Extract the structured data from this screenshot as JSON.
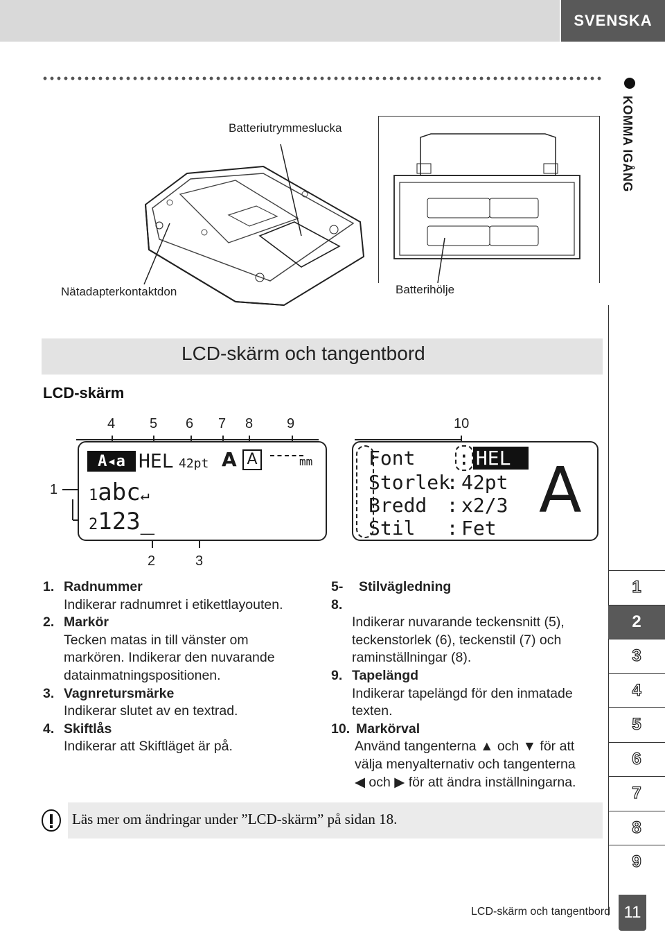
{
  "header": {
    "language_tab": "SVENSKA"
  },
  "side": {
    "section_title": "KOMMA IGÅNG",
    "chapters": [
      "1",
      "2",
      "3",
      "4",
      "5",
      "6",
      "7",
      "8",
      "9"
    ],
    "active_chapter": "2"
  },
  "figure_device": {
    "label_battery_cover": "Batteriutrymmeslucka",
    "label_adapter": "Nätadapterkontaktdon",
    "label_battery_holder": "Batterihölje"
  },
  "section": {
    "title": "LCD-skärm och tangentbord",
    "subheading": "LCD-skärm"
  },
  "lcd_figure": {
    "callouts_top": [
      "4",
      "5",
      "6",
      "7",
      "8",
      "9",
      "10"
    ],
    "callout_left": "1",
    "callouts_bottom": [
      "2",
      "3"
    ],
    "screen1": {
      "status_font": "HEL",
      "status_size": "42pt",
      "status_unit": "mm",
      "line1_num": "1",
      "line1_text": "abc",
      "line2_num": "2",
      "line2_text": "123"
    },
    "screen2": {
      "rows": [
        {
          "key": "Font",
          "value": "HEL"
        },
        {
          "key": "Storlek",
          "value": "42pt"
        },
        {
          "key": "Bredd",
          "value": "x2/3"
        },
        {
          "key": "Stil",
          "value": "Fet"
        }
      ],
      "preview": "A"
    }
  },
  "items_left": [
    {
      "num": "1.",
      "title": "Radnummer",
      "body": [
        "Indikerar radnumret i etikettlayouten."
      ]
    },
    {
      "num": "2.",
      "title": "Markör",
      "body": [
        "Tecken matas in till vänster om",
        "markören. Indikerar den nuvarande",
        "datainmatningspositionen."
      ]
    },
    {
      "num": "3.",
      "title": "Vagnretursmärke",
      "body": [
        "Indikerar slutet av en textrad."
      ]
    },
    {
      "num": "4.",
      "title": "Skiftlås",
      "body": [
        "Indikerar att Skiftläget är på."
      ]
    }
  ],
  "items_right": [
    {
      "num": "5-8.",
      "title": "Stilvägledning",
      "body": [
        "Indikerar nuvarande teckensnitt (5),",
        "teckenstorlek (6), teckenstil (7) och",
        "raminställningar (8)."
      ]
    },
    {
      "num": "9.",
      "title": "Tapelängd",
      "body": [
        "Indikerar tapelängd för den inmatade",
        "texten."
      ]
    },
    {
      "num": "10.",
      "title": "Markörval",
      "body_parts": {
        "l1a": "Använd tangenterna",
        "l1b": "och",
        "l1c": "för att",
        "l2": "välja menyalternativ och tangenterna",
        "l3b": "och",
        "l3c": "för att ändra inställningarna."
      }
    }
  ],
  "note": {
    "text": "Läs mer om ändringar under ”LCD-skärm” på sidan 18."
  },
  "footer": {
    "title": "LCD-skärm och tangentbord",
    "page": "11"
  }
}
